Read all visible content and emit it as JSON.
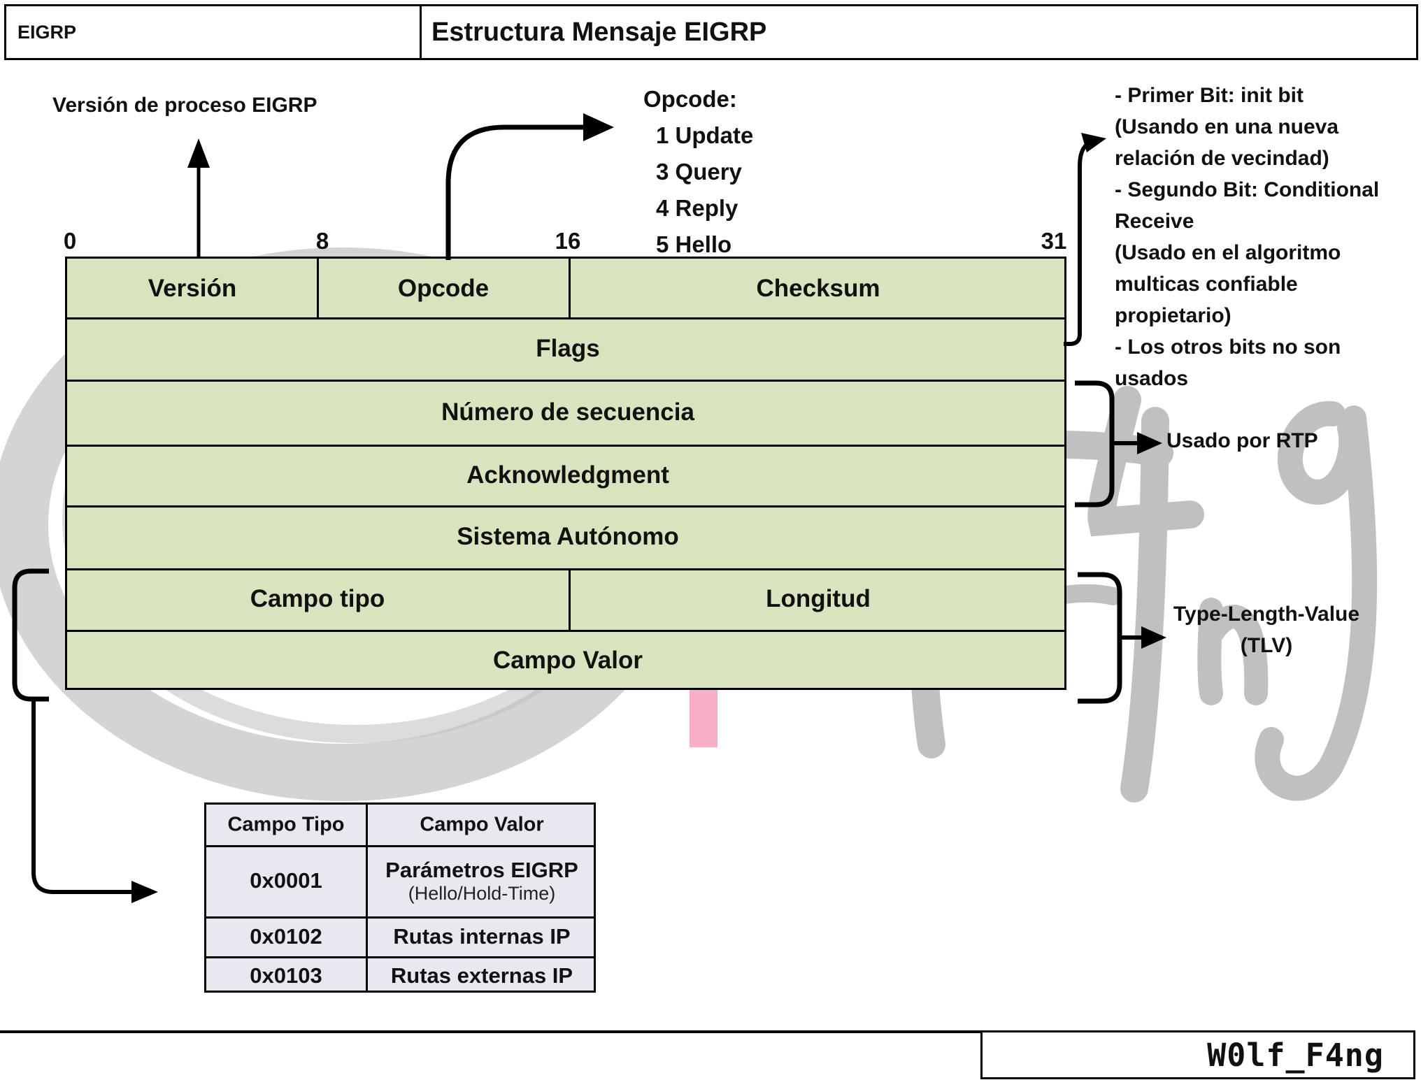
{
  "header": {
    "brand": "EIGRP",
    "title": "Estructura Mensaje EIGRP"
  },
  "annotations": {
    "version_note": "Versión de proceso EIGRP",
    "opcode_note": {
      "title": "Opcode:",
      "items": [
        "1 Update",
        "3 Query",
        "4 Reply",
        "5 Hello"
      ]
    },
    "flags_note": {
      "lines": [
        "- Primer Bit: init bit",
        "(Usando en una nueva",
        "relación de vecindad)",
        "- Segundo Bit: Conditional",
        "Receive",
        "(Usado en el algoritmo",
        "multicas confiable",
        "propietario)",
        "- Los otros bits no son",
        "usados"
      ]
    },
    "rtp_note": "Usado por RTP",
    "tlv_note": {
      "line1": "Type-Length-Value",
      "line2": "(TLV)"
    }
  },
  "bit_ruler": {
    "labels": [
      "0",
      "8",
      "16",
      "31"
    ]
  },
  "packet_diagram": {
    "row1": {
      "c1": "Versión",
      "c2": "Opcode",
      "c3": "Checksum"
    },
    "row2": "Flags",
    "row3": "Número de secuencia",
    "row4": "Acknowledgment",
    "row5": "Sistema Autónomo",
    "row6": {
      "c1": "Campo tipo",
      "c2": "Longitud"
    },
    "row7": "Campo Valor"
  },
  "tlv_table": {
    "headers": [
      "Campo Tipo",
      "Campo Valor"
    ],
    "rows": [
      {
        "type": "0x0001",
        "value": "Parámetros EIGRP",
        "value_sub": "(Hello/Hold-Time)"
      },
      {
        "type": "0x0102",
        "value": "Rutas internas IP"
      },
      {
        "type": "0x0103",
        "value": "Rutas externas IP"
      }
    ]
  },
  "footer": {
    "signature": "W0lf_F4ng"
  },
  "watermark": {
    "tag": "F4ng"
  },
  "colors": {
    "cell_green": "#d7e4bd",
    "table_lavender": "#e9e7f0",
    "pink_marker": "#f9aec8",
    "watermark_gray": "#b0b0b0",
    "line_black": "#000000"
  }
}
